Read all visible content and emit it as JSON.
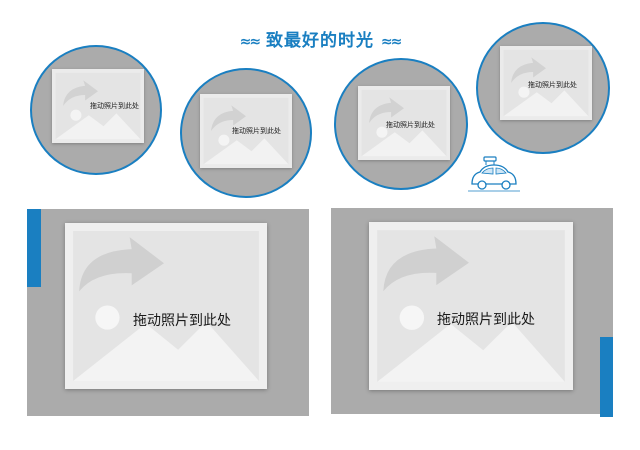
{
  "title": {
    "text": "致最好的时光",
    "decoration_icon": "wave-icon"
  },
  "colors": {
    "accent": "#1a7fc1",
    "frame_gray": "#ababab",
    "placeholder_bg": "#ebebeb"
  },
  "circle_frames": [
    {
      "placeholder_label": "拖动照片到此处",
      "icon": "image-placeholder-icon"
    },
    {
      "placeholder_label": "拖动照片到此处",
      "icon": "image-placeholder-icon"
    },
    {
      "placeholder_label": "拖动照片到此处",
      "icon": "image-placeholder-icon"
    },
    {
      "placeholder_label": "拖动照片到此处",
      "icon": "image-placeholder-icon"
    }
  ],
  "rect_frames": [
    {
      "placeholder_label": "拖动照片到此处",
      "icon": "image-placeholder-icon"
    },
    {
      "placeholder_label": "拖动照片到此处",
      "icon": "image-placeholder-icon"
    }
  ],
  "decoration": {
    "icon": "car-icon"
  }
}
